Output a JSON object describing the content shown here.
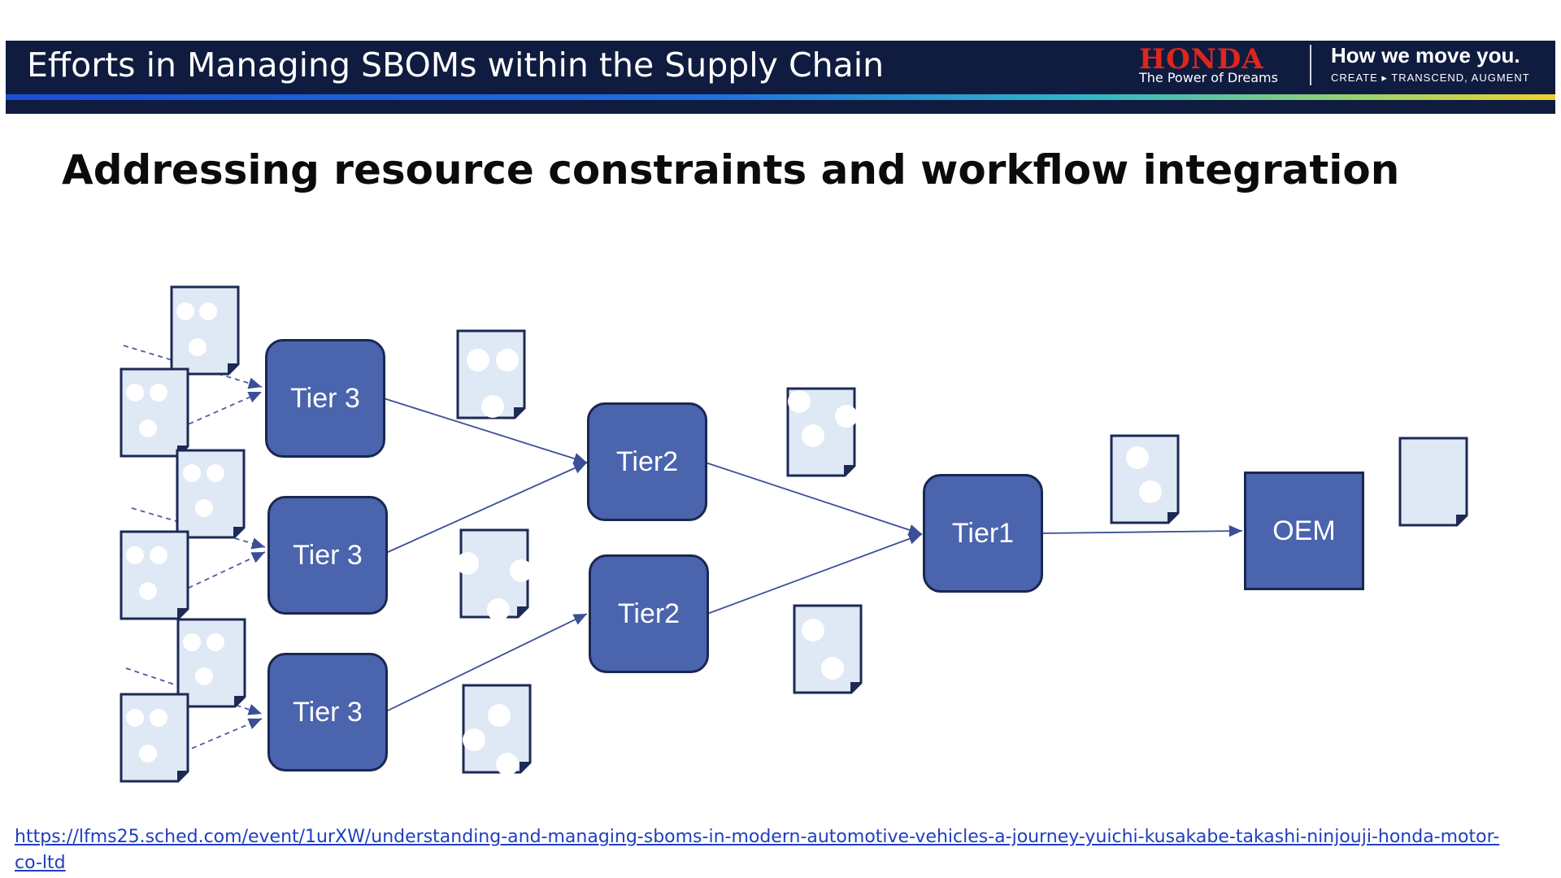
{
  "header": {
    "title": "Efforts in Managing SBOMs within the Supply Chain",
    "brand_logo": "HONDA",
    "brand_tagline": "The Power of Dreams",
    "slogan": "How we move you.",
    "slogan_sub": "CREATE ▸ TRANSCEND, AUGMENT",
    "colors": {
      "header_bg": "#0f1c3f",
      "logo_red": "#e0261b"
    }
  },
  "subtitle": "Addressing resource constraints and workflow integration",
  "diagram": {
    "node_color": "#4a64ad",
    "nodes": [
      {
        "id": "tier3-a",
        "label": "Tier 3"
      },
      {
        "id": "tier3-b",
        "label": "Tier 3"
      },
      {
        "id": "tier3-c",
        "label": "Tier 3"
      },
      {
        "id": "tier2-a",
        "label": "Tier2"
      },
      {
        "id": "tier2-b",
        "label": "Tier2"
      },
      {
        "id": "tier1",
        "label": "Tier1"
      },
      {
        "id": "oem",
        "label": "OEM"
      }
    ],
    "documents_icon": "sbom-document-icon"
  },
  "footer": {
    "link": "https://lfms25.sched.com/event/1urXW/understanding-and-managing-sboms-in-modern-automotive-vehicles-a-journey-yuichi-kusakabe-takashi-ninjouji-honda-motor-co-ltd"
  }
}
